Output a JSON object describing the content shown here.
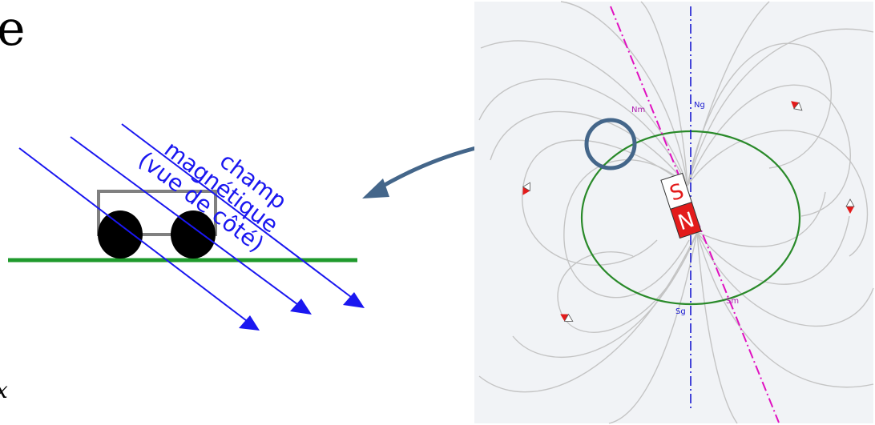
{
  "left_panel": {
    "fragment_top": "e",
    "fragment_bottom": "x",
    "field_label": {
      "line1": "champ",
      "line2": "magnétique",
      "line3": "(vue de côté)"
    }
  },
  "right_panel": {
    "magnet": {
      "top_pole": "S",
      "bottom_pole": "N"
    },
    "axis_labels": {
      "nm": "Nm",
      "ng": "Ng",
      "sg": "Sg",
      "sm": "Sm"
    }
  },
  "colors": {
    "field_arrows": "#1a17f0",
    "ground": "#1f9a2c",
    "cart_frame": "#808080",
    "pointer_arrow": "#44668a",
    "earth_circle": "#2a8a2a",
    "magnetic_axis": "#e010c0",
    "geographic_axis": "#1a1ad0",
    "field_lines": "#c4c4c4",
    "magnet_red": "#e31b1b",
    "panel_bg": "#f1f3f6"
  }
}
